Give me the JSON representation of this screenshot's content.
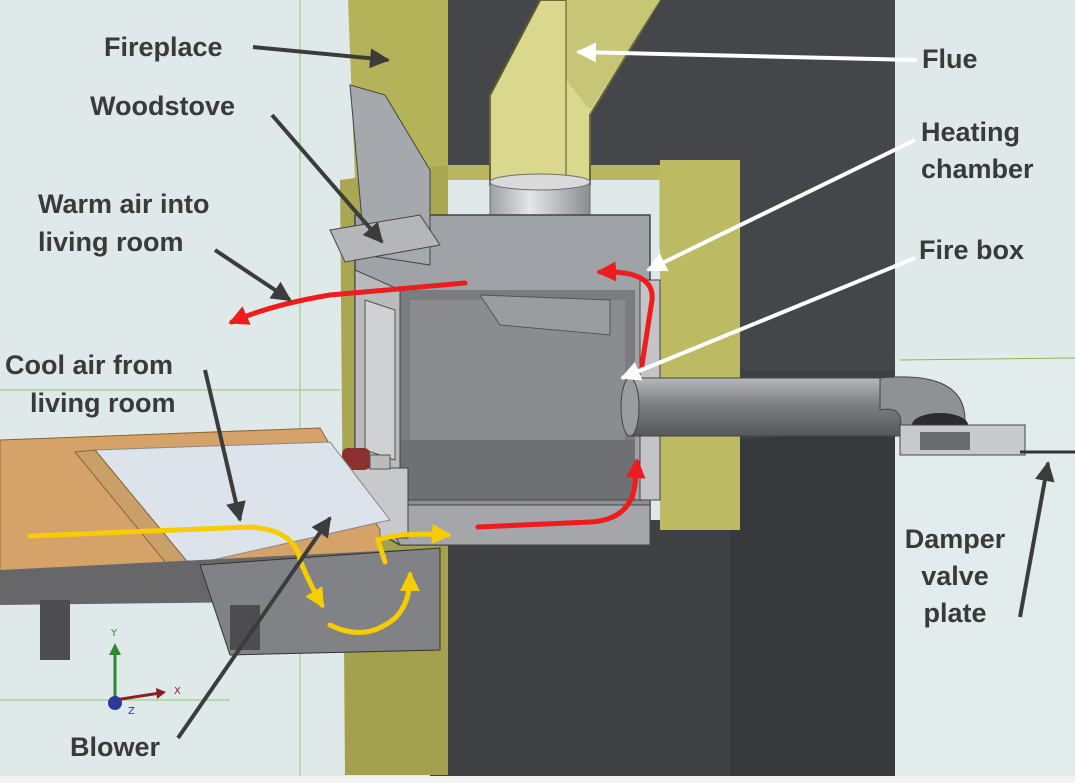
{
  "labels": {
    "fireplace": "Fireplace",
    "woodstove": "Woodstove",
    "warm_air_1": "Warm air into",
    "warm_air_2": "living room",
    "cool_air_1": "Cool air from",
    "cool_air_2": "living room",
    "blower": "Blower",
    "flue": "Flue",
    "heating_chamber_1": "Heating",
    "heating_chamber_2": "chamber",
    "fire_box": "Fire box",
    "damper_1": "Damper",
    "damper_2": "valve",
    "damper_3": "plate"
  },
  "axis_triad": {
    "x": "X",
    "y": "Y",
    "z": "Z"
  },
  "colors": {
    "background": "#dfe9ea",
    "masonry": "#45464a",
    "insulation": "#b6b45c",
    "flue": "#d7d68a",
    "steel": "#8c8e92",
    "wood": "#d1a064",
    "hot_air": "#ee1c1c",
    "cool_air": "#f7cc00",
    "label_text": "#3a3a3a"
  }
}
